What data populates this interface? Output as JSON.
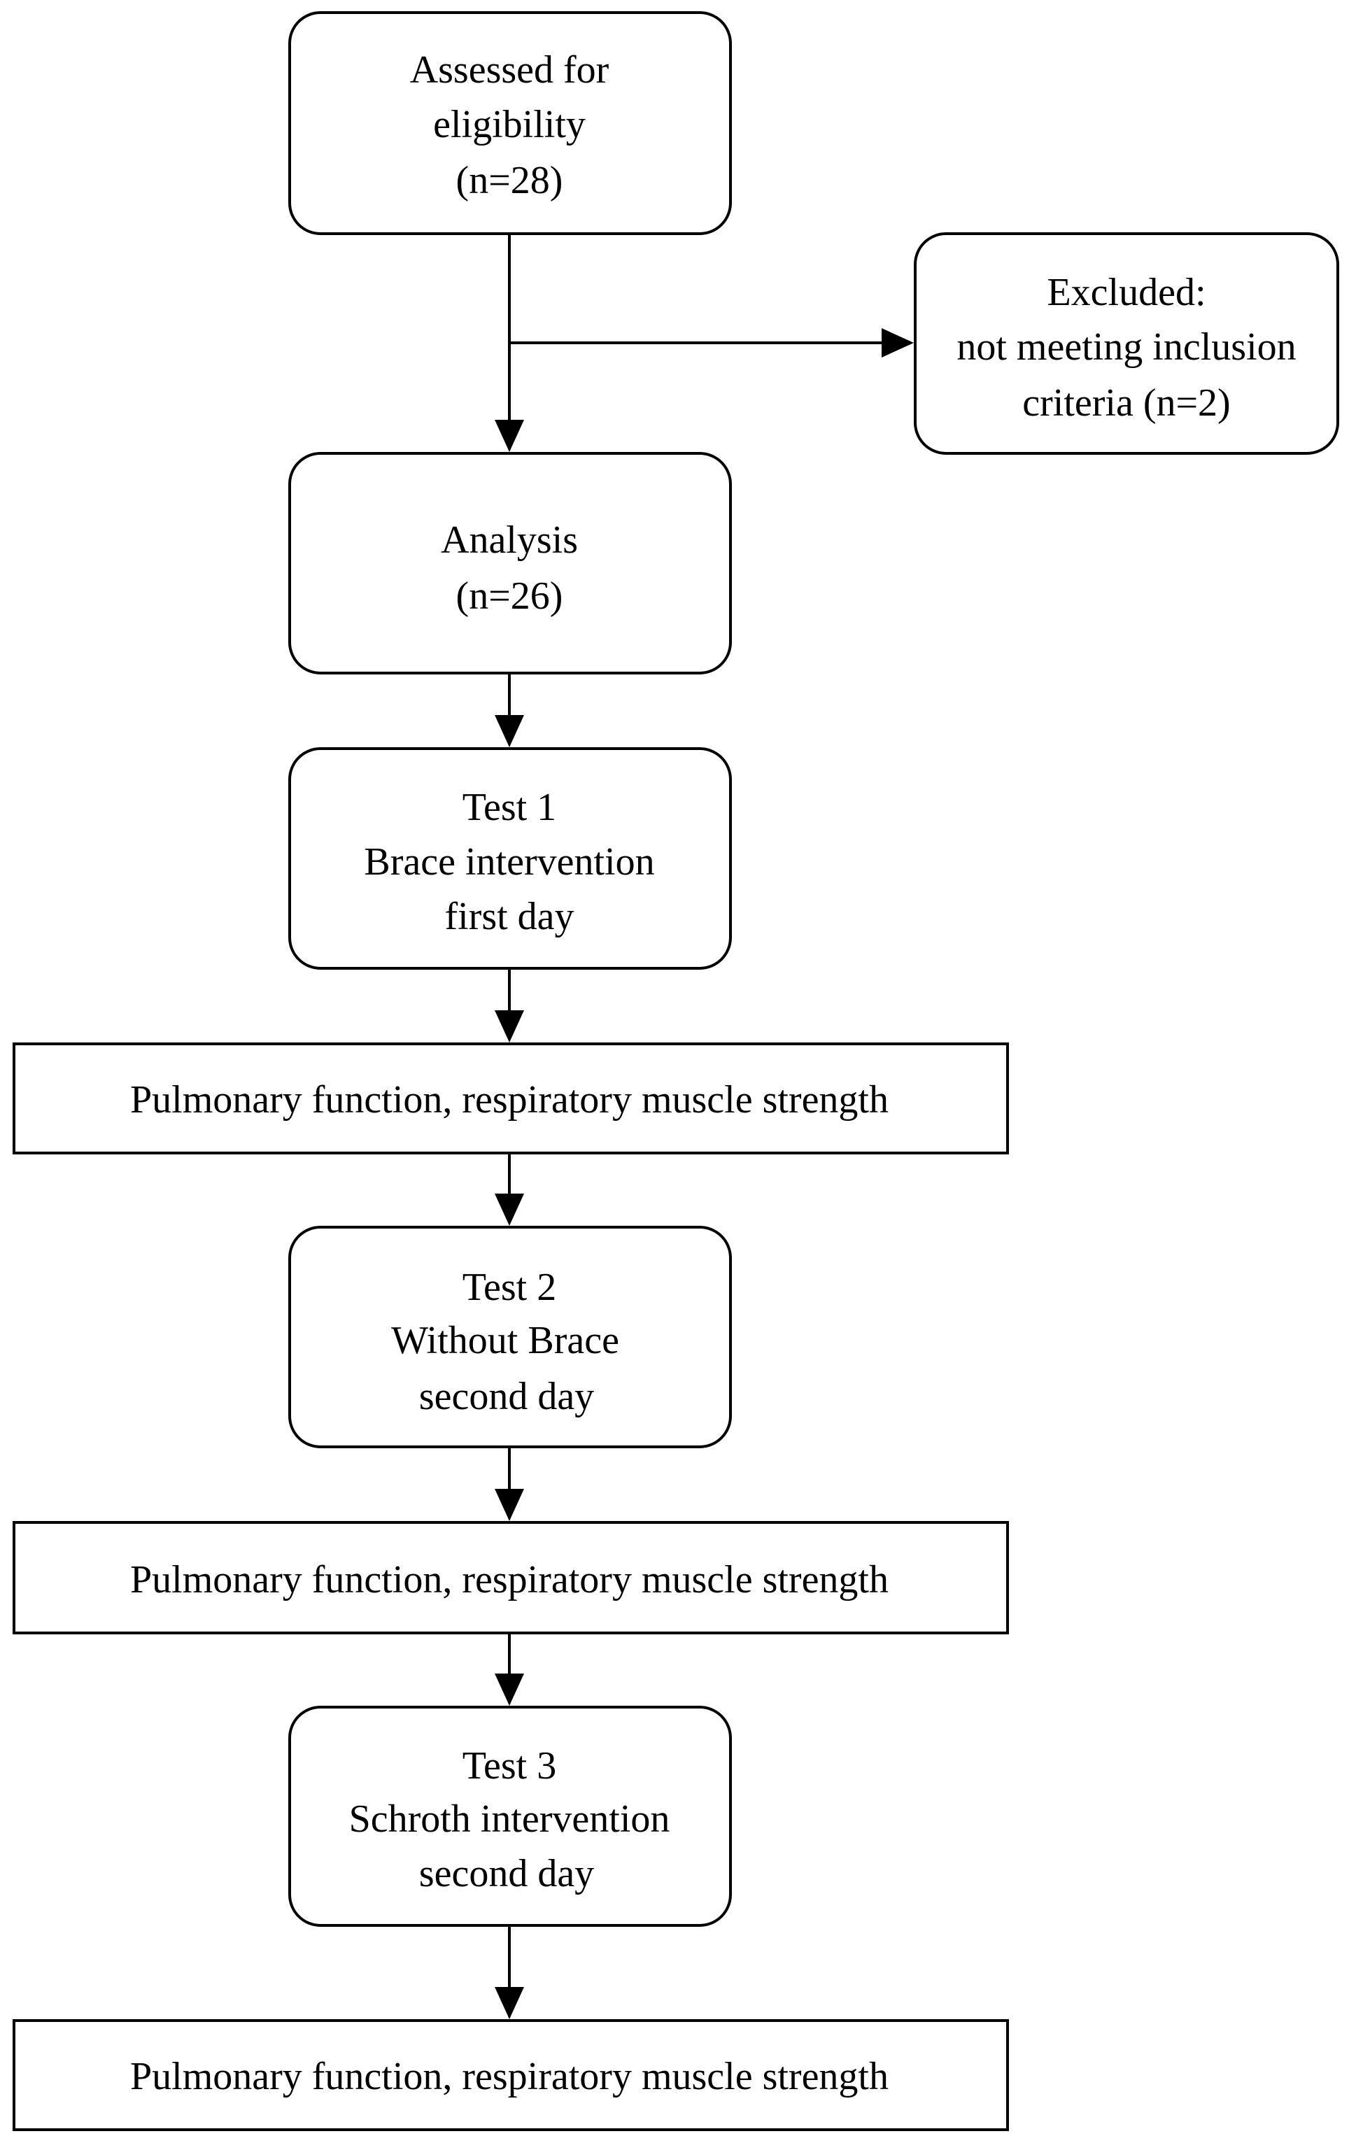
{
  "nodes": {
    "assessed": {
      "lines": [
        "Assessed for",
        "eligibility",
        "(n=28)"
      ]
    },
    "excluded": {
      "lines": [
        "Excluded:",
        "not meeting inclusion",
        "criteria (n=2)"
      ]
    },
    "analysis": {
      "lines": [
        "Analysis",
        "(n=26)"
      ]
    },
    "test1": {
      "lines": [
        "Test 1",
        "Brace intervention",
        "first day"
      ]
    },
    "measure1": {
      "lines": [
        "Pulmonary function, respiratory muscle strength"
      ]
    },
    "test2": {
      "lines": [
        "Test 2",
        "Without Brace",
        "second day"
      ]
    },
    "measure2": {
      "lines": [
        "Pulmonary function, respiratory muscle strength"
      ]
    },
    "test3": {
      "lines": [
        "Test 3",
        "Schroth intervention",
        "second day"
      ]
    },
    "measure3": {
      "lines": [
        "Pulmonary function, respiratory muscle strength"
      ]
    }
  },
  "edges": [
    {
      "from": "assessed",
      "to": "analysis"
    },
    {
      "from": "assessed",
      "to": "excluded"
    },
    {
      "from": "analysis",
      "to": "test1"
    },
    {
      "from": "test1",
      "to": "measure1"
    },
    {
      "from": "measure1",
      "to": "test2"
    },
    {
      "from": "test2",
      "to": "measure2"
    },
    {
      "from": "measure2",
      "to": "test3"
    },
    {
      "from": "test3",
      "to": "measure3"
    }
  ],
  "colors": {
    "stroke": "#000000",
    "fill": "#ffffff",
    "text": "#000000"
  }
}
